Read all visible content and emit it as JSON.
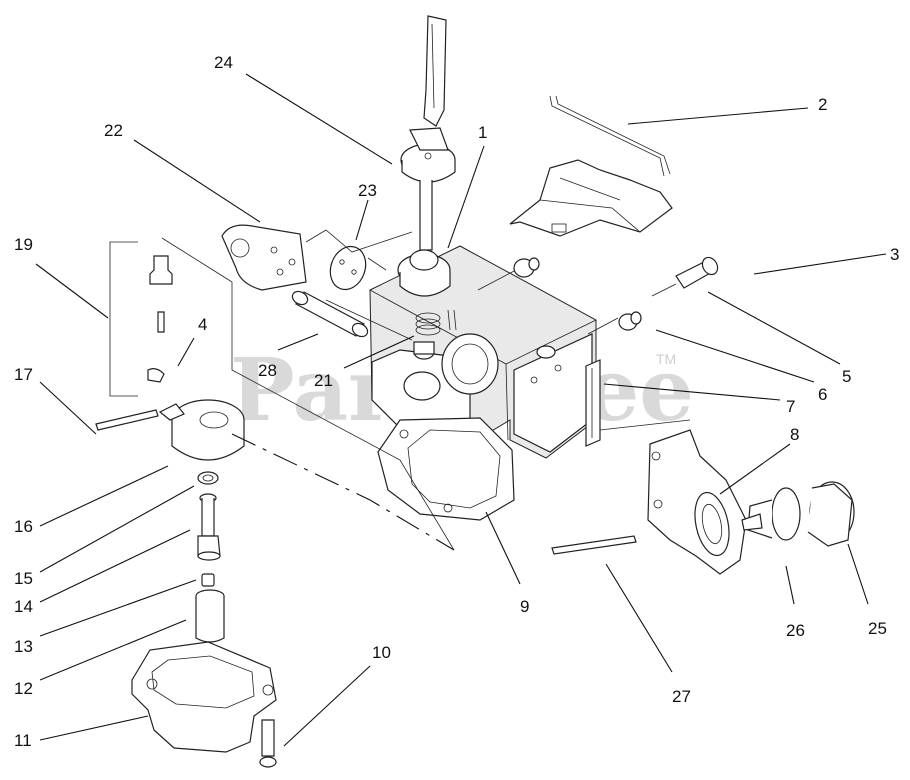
{
  "watermark": {
    "text": "PartsTree",
    "tm": "TM"
  },
  "callouts": {
    "c1": "1",
    "c2": "2",
    "c3": "3",
    "c4": "4",
    "c5": "5",
    "c6": "6",
    "c7": "7",
    "c8": "8",
    "c9": "9",
    "c10": "10",
    "c11": "11",
    "c12": "12",
    "c13": "13",
    "c14": "14",
    "c15": "15",
    "c16": "16",
    "c17": "17",
    "c19": "19",
    "c21": "21",
    "c22": "22",
    "c23": "23",
    "c24": "24",
    "c25": "25",
    "c26": "26",
    "c27": "27",
    "c28": "28"
  },
  "colors": {
    "line": "#222222",
    "watermark": "#d9d9d9",
    "background": "#ffffff"
  }
}
